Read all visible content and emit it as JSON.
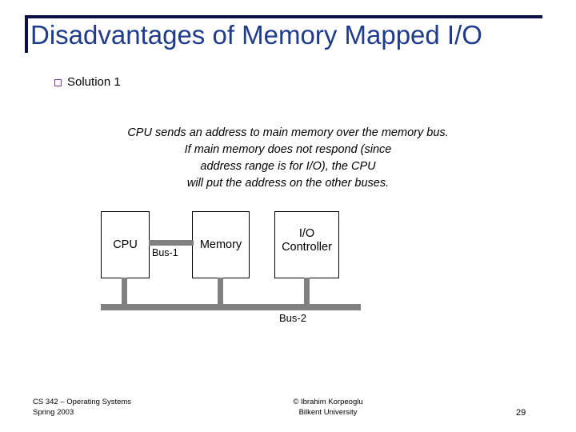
{
  "slide": {
    "title": "Disadvantages of Memory Mapped I/O",
    "bullet": {
      "marker": "square-bullet",
      "label": "Solution 1"
    },
    "body_lines": [
      "CPU sends an address to main memory over the memory bus.",
      "If main memory does not respond (since",
      "address range is for I/O), the CPU",
      "will put the address on the other buses."
    ],
    "diagram": {
      "nodes": [
        {
          "id": "cpu",
          "label": "CPU"
        },
        {
          "id": "memory",
          "label": "Memory"
        },
        {
          "id": "io-controller",
          "label": "I/O\nController"
        }
      ],
      "buses": [
        {
          "id": "bus-1",
          "label": "Bus-1"
        },
        {
          "id": "bus-2",
          "label": "Bus-2"
        }
      ]
    },
    "footer": {
      "course": "CS 342 – Operating Systems",
      "term": "Spring 2003",
      "copyright": "© Ibrahim Korpeoglu",
      "institution": "Bilkent University",
      "page_number": "29"
    },
    "colors": {
      "title": "#1f3c8c",
      "rule": "#0a1045",
      "bullet": "#7b3f99",
      "bus": "#808080",
      "text": "#000000",
      "background": "#ffffff"
    }
  }
}
